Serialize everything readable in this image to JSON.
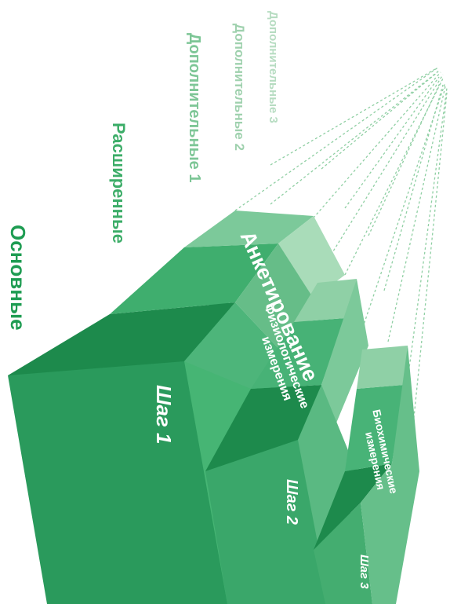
{
  "levels": {
    "basic": "Основные",
    "extended": "Расширенные",
    "additional_1": "Дополнительные 1",
    "additional_2": "Дополнительные 2",
    "additional_3": "Дополнительные 3"
  },
  "steps": [
    {
      "title": "Анкетирование",
      "label": "Шаг 1"
    },
    {
      "title_line1": "Физиологические",
      "title_line2": "измерения",
      "label": "Шаг 2"
    },
    {
      "title_line1": "Биохимические",
      "title_line2": "измерения",
      "label": "Шаг 3"
    }
  ],
  "colors": {
    "dark": "#1e8a4c",
    "mid": "#3fae6e",
    "light": "#7cc99a",
    "pale": "#a9dcb9",
    "dash": "#8fcfa3"
  }
}
